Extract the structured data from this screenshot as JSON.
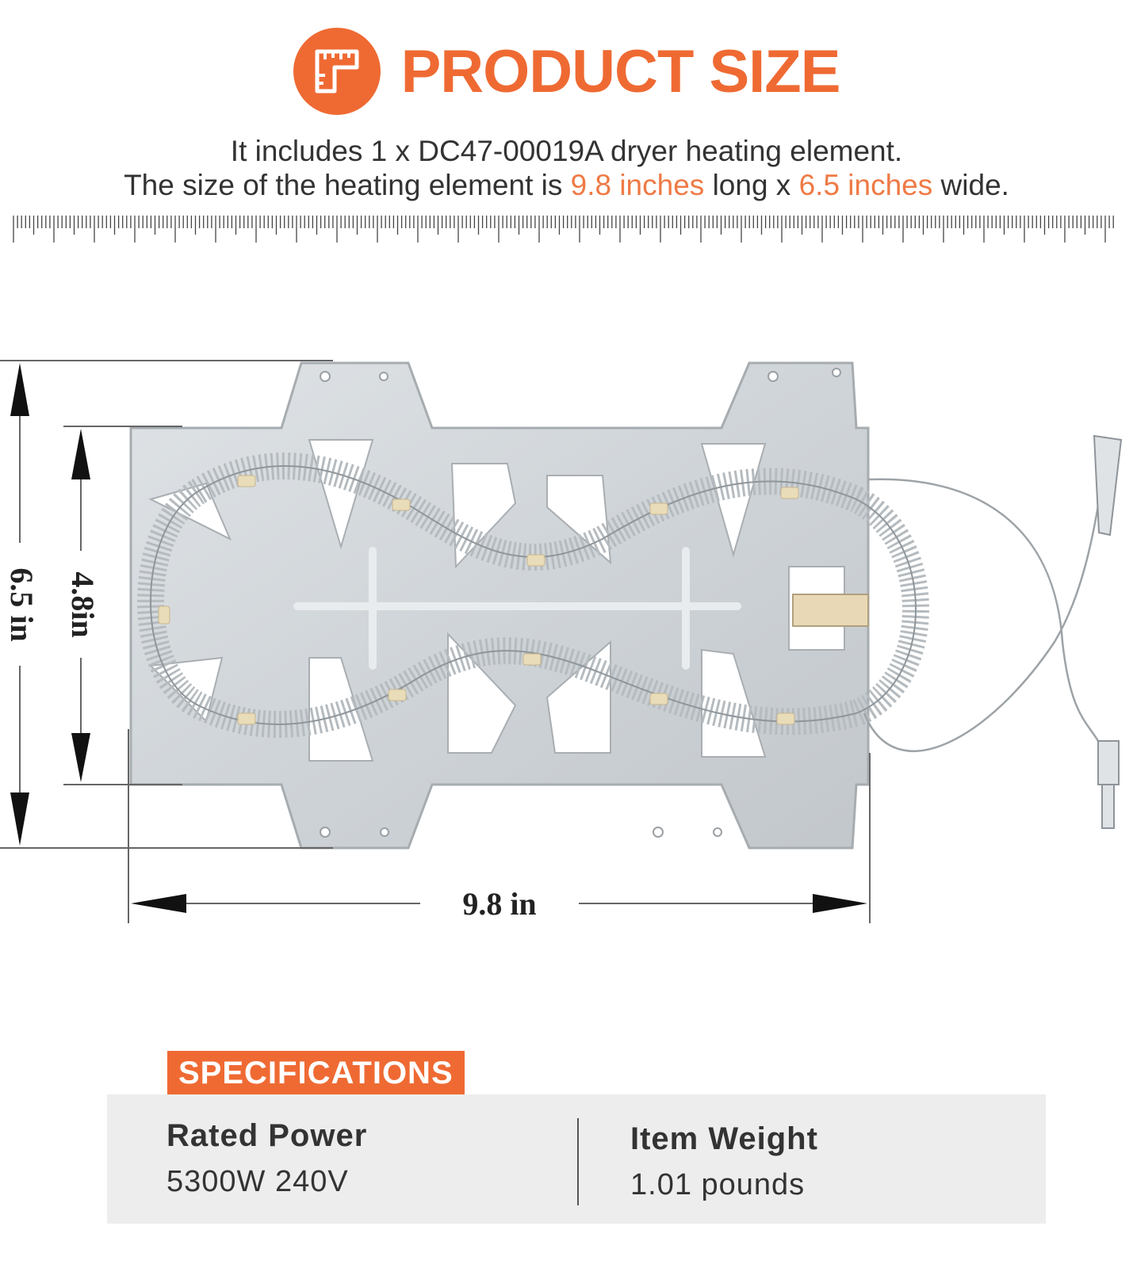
{
  "header": {
    "title": "PRODUCT SIZE",
    "icon": "ruler-icon",
    "accent_color": "#ef6a33"
  },
  "description": {
    "line1": "It includes 1 x DC47-00019A dryer heating element.",
    "line2_prefix": "The size of the heating element is ",
    "length_value": "9.8 inches",
    "line2_mid": " long x ",
    "width_value": "6.5 inches",
    "line2_suffix": " wide.",
    "highlight_color": "#ef7a45"
  },
  "dimensions": {
    "overall_height": "6.5 in",
    "inner_height": "4.8in",
    "length": "9.8 in"
  },
  "specifications": {
    "heading": "SPECIFICATIONS",
    "items": [
      {
        "label": "Rated Power",
        "value": "5300W 240V"
      },
      {
        "label": "Item Weight",
        "value": "1.01 pounds"
      }
    ]
  }
}
